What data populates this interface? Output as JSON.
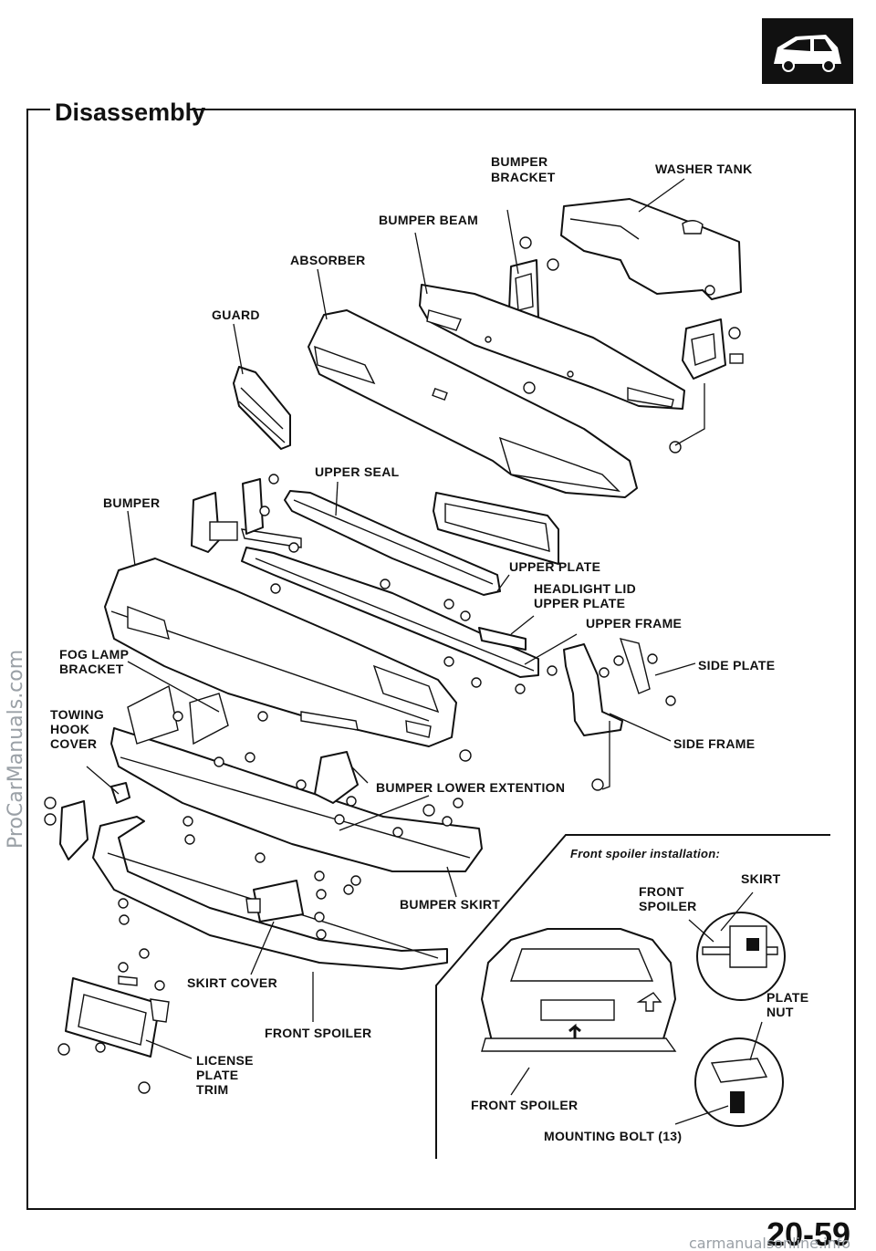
{
  "header": {
    "title": "Disassembly",
    "badge_icon": "car-body-icon"
  },
  "labels": {
    "bumper_bracket": [
      "BUMPER",
      "BRACKET"
    ],
    "washer_tank": "WASHER TANK",
    "bumper_beam": "BUMPER BEAM",
    "absorber": "ABSORBER",
    "guard": "GUARD",
    "upper_seal": "UPPER SEAL",
    "bumper": "BUMPER",
    "upper_plate": "UPPER PLATE",
    "headlight_lid": [
      "HEADLIGHT LID",
      "UPPER PLATE"
    ],
    "upper_frame": "UPPER FRAME",
    "fog_lamp": [
      "FOG LAMP",
      "BRACKET"
    ],
    "side_plate": "SIDE PLATE",
    "towing": [
      "TOWING",
      "HOOK",
      "COVER"
    ],
    "side_frame": "SIDE FRAME",
    "bumper_lower_ext": "BUMPER LOWER EXTENTION",
    "bumper_skirt": "BUMPER SKIRT",
    "skirt_cover": "SKIRT COVER",
    "front_spoiler": "FRONT SPOILER",
    "license_plate": [
      "LICENSE",
      "PLATE",
      "TRIM"
    ]
  },
  "inset": {
    "title": "Front spoiler installation:",
    "skirt": "SKIRT",
    "front_spoiler": [
      "FRONT",
      "SPOILER"
    ],
    "plate_nut": [
      "PLATE",
      "NUT"
    ],
    "front_spoiler_bottom": "FRONT SPOILER",
    "mounting_bolt": "MOUNTING BOLT (13)"
  },
  "footer": {
    "page_number": "20-59"
  },
  "watermarks": {
    "side": "ProCarManuals.com",
    "bottom": "carmanualsonline.info"
  }
}
